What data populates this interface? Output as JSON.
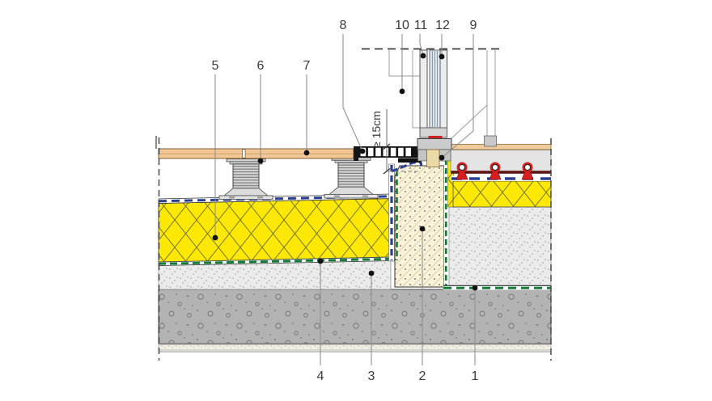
{
  "callouts": [
    {
      "label": "5"
    },
    {
      "label": "6"
    },
    {
      "label": "7"
    },
    {
      "label": "8"
    },
    {
      "label": "10"
    },
    {
      "label": "11"
    },
    {
      "label": "12"
    },
    {
      "label": "9"
    },
    {
      "label": "4"
    },
    {
      "label": "3"
    },
    {
      "label": "2"
    },
    {
      "label": "1"
    }
  ],
  "dimension": {
    "label": "≥ 15cm"
  },
  "colors": {
    "insulation_yellow": "#fce803",
    "membrane_blue": "#2b3f92",
    "vapour_barrier_green": "#0f7a36",
    "heating_pipe_red": "#d42020",
    "gasket_red": "#cc2222",
    "deck_wood_tan": "#f2c795",
    "perimeter_block_cream": "#f8f2d8",
    "concrete_grey": "#b3b3b3",
    "screed_grey": "#e4e4e4",
    "leader_grey": "#909090"
  }
}
